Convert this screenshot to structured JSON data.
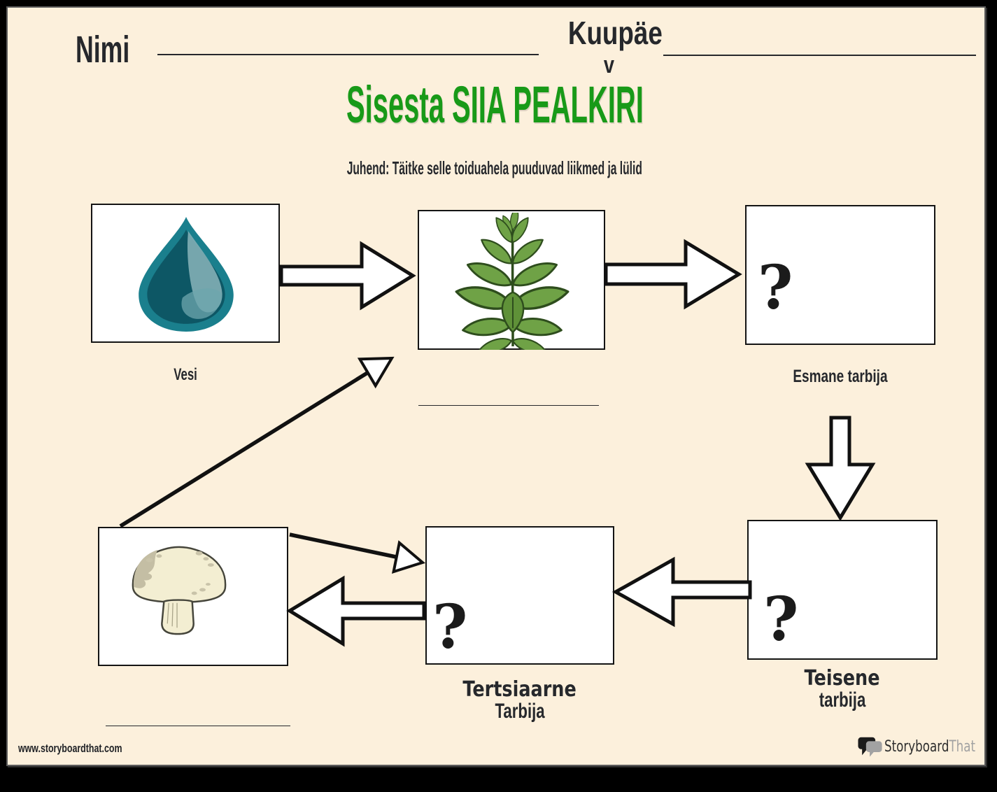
{
  "header": {
    "name_label": "Nimi",
    "date_label_line1": "Kuupäe",
    "date_label_line2": "v",
    "title": "Sisesta SIIA PEALKIRI",
    "instructions": "Juhend: Täitke selle toiduahela puuduvad liikmed ja lülid"
  },
  "diagram": {
    "nodes": [
      {
        "id": "water",
        "image": "water-drop-image",
        "label": "Vesi"
      },
      {
        "id": "producer",
        "image": "plant-image",
        "label": "",
        "blank_line": true
      },
      {
        "id": "primary-consumer",
        "placeholder": "?",
        "label": "Esmane tarbija"
      },
      {
        "id": "secondary-consumer",
        "placeholder": "?",
        "label_line1": "Teisene",
        "label_line2": "tarbija"
      },
      {
        "id": "tertiary-consumer",
        "placeholder": "?",
        "label_line1": "Tertsiaarne",
        "label_line2": "Tarbija"
      },
      {
        "id": "decomposer",
        "image": "mushroom-image",
        "label": "",
        "blank_line": true
      }
    ],
    "connections": [
      {
        "from": "water",
        "to": "producer",
        "style": "block-arrow"
      },
      {
        "from": "producer",
        "to": "primary-consumer",
        "style": "block-arrow"
      },
      {
        "from": "primary-consumer",
        "to": "secondary-consumer",
        "style": "block-arrow"
      },
      {
        "from": "secondary-consumer",
        "to": "tertiary-consumer",
        "style": "block-arrow"
      },
      {
        "from": "tertiary-consumer",
        "to": "decomposer",
        "style": "block-arrow"
      },
      {
        "from": "decomposer",
        "to": "producer",
        "style": "thin-arrow"
      },
      {
        "from": "decomposer",
        "to": "tertiary-consumer",
        "style": "thin-arrow"
      }
    ]
  },
  "footer": {
    "website": "www.storyboardthat.com",
    "logo_part1": "Storyboard",
    "logo_part2": "That"
  },
  "colors": {
    "page_background": "#fcf0dc",
    "title_green": "#189a18",
    "text_dark": "#26282c",
    "box_border": "#141414",
    "water_teal": "#1a7f8d",
    "leaf_green": "#6fa246",
    "mushroom_cream": "#f3eed2",
    "logo_gray": "#a2a2a2"
  }
}
